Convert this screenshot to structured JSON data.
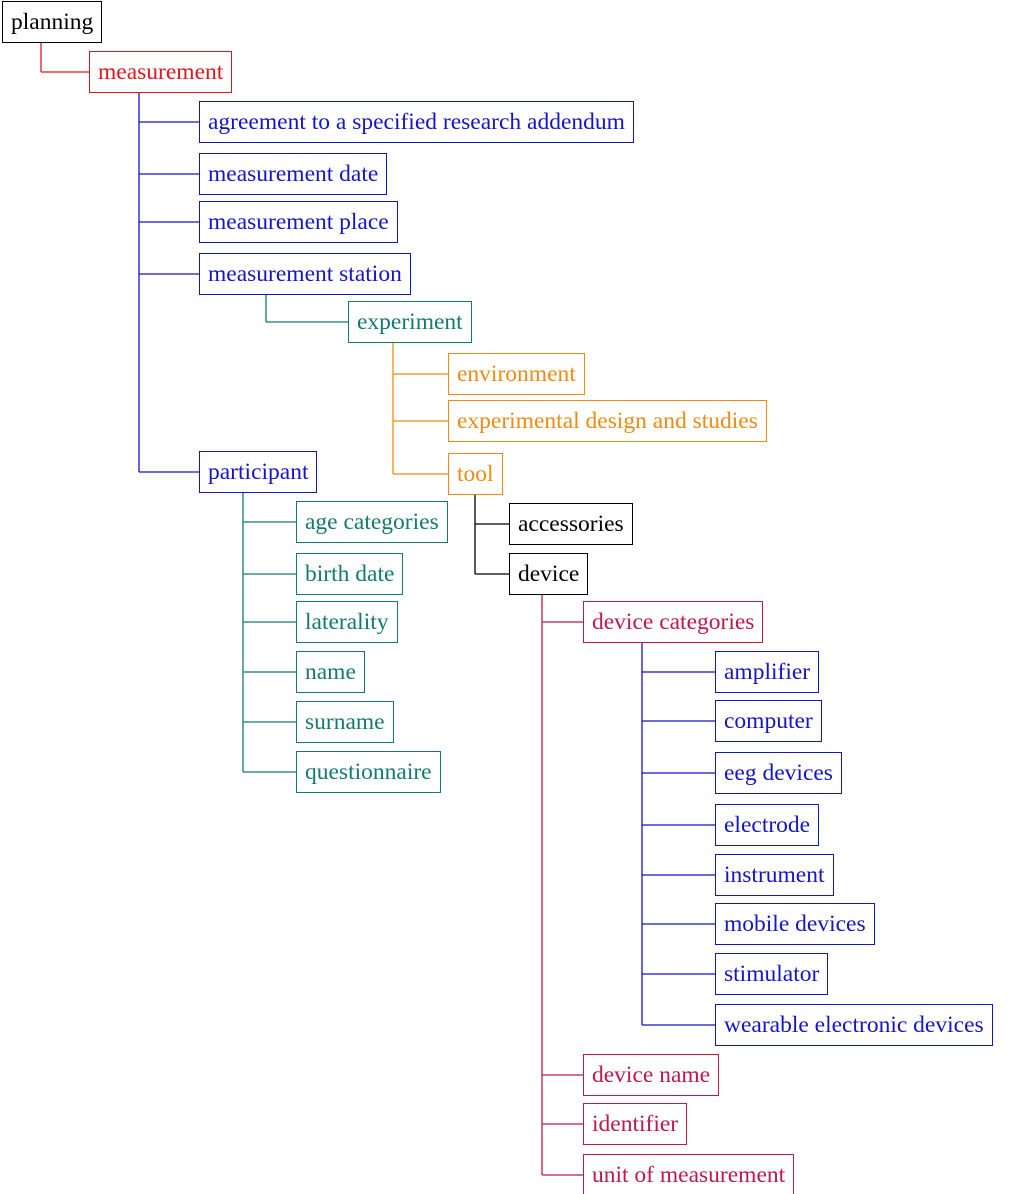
{
  "colors": {
    "black": "#000000",
    "red": "#e0161c",
    "blue": "#1414c8",
    "teal": "#137a70",
    "orange": "#f08a12",
    "crimson": "#c0184a"
  },
  "nodes": {
    "planning": "planning",
    "measurement": "measurement",
    "agreement": "agreement to a specified research addendum",
    "measurement_date": "measurement date",
    "measurement_place": "measurement place",
    "measurement_station": "measurement station",
    "experiment": "experiment",
    "environment": "environment",
    "experimental_design": "experimental design and studies",
    "tool": "tool",
    "accessories": "accessories",
    "device": "device",
    "device_categories": "device categories",
    "amplifier": "amplifier",
    "computer": "computer",
    "eeg_devices": "eeg devices",
    "electrode": "electrode",
    "instrument": "instrument",
    "mobile_devices": "mobile devices",
    "stimulator": "stimulator",
    "wearable_devices": "wearable electronic devices",
    "device_name": "device name",
    "identifier": "identifier",
    "unit_of_measurement": "unit of measurement",
    "participant": "participant",
    "age_categories": "age categories",
    "birth_date": "birth date",
    "laterality": "laterality",
    "name": "name",
    "surname": "surname",
    "questionnaire": "questionnaire"
  },
  "tree": [
    {
      "key": "planning",
      "parent": null,
      "color": "black"
    },
    {
      "key": "measurement",
      "parent": "planning",
      "color": "red"
    },
    {
      "key": "agreement",
      "parent": "measurement",
      "color": "blue"
    },
    {
      "key": "measurement_date",
      "parent": "measurement",
      "color": "blue"
    },
    {
      "key": "measurement_place",
      "parent": "measurement",
      "color": "blue"
    },
    {
      "key": "measurement_station",
      "parent": "measurement",
      "color": "blue"
    },
    {
      "key": "experiment",
      "parent": "measurement_station",
      "color": "teal"
    },
    {
      "key": "environment",
      "parent": "experiment",
      "color": "orange"
    },
    {
      "key": "experimental_design",
      "parent": "experiment",
      "color": "orange"
    },
    {
      "key": "tool",
      "parent": "experiment",
      "color": "orange"
    },
    {
      "key": "accessories",
      "parent": "tool",
      "color": "black"
    },
    {
      "key": "device",
      "parent": "tool",
      "color": "black"
    },
    {
      "key": "device_categories",
      "parent": "device",
      "color": "crimson"
    },
    {
      "key": "amplifier",
      "parent": "device_categories",
      "color": "blue"
    },
    {
      "key": "computer",
      "parent": "device_categories",
      "color": "blue"
    },
    {
      "key": "eeg_devices",
      "parent": "device_categories",
      "color": "blue"
    },
    {
      "key": "electrode",
      "parent": "device_categories",
      "color": "blue"
    },
    {
      "key": "instrument",
      "parent": "device_categories",
      "color": "blue"
    },
    {
      "key": "mobile_devices",
      "parent": "device_categories",
      "color": "blue"
    },
    {
      "key": "stimulator",
      "parent": "device_categories",
      "color": "blue"
    },
    {
      "key": "wearable_devices",
      "parent": "device_categories",
      "color": "blue"
    },
    {
      "key": "device_name",
      "parent": "device",
      "color": "crimson"
    },
    {
      "key": "identifier",
      "parent": "device",
      "color": "crimson"
    },
    {
      "key": "unit_of_measurement",
      "parent": "device",
      "color": "crimson"
    },
    {
      "key": "participant",
      "parent": "measurement",
      "color": "blue"
    },
    {
      "key": "age_categories",
      "parent": "participant",
      "color": "teal"
    },
    {
      "key": "birth_date",
      "parent": "participant",
      "color": "teal"
    },
    {
      "key": "laterality",
      "parent": "participant",
      "color": "teal"
    },
    {
      "key": "name",
      "parent": "participant",
      "color": "teal"
    },
    {
      "key": "surname",
      "parent": "participant",
      "color": "teal"
    },
    {
      "key": "questionnaire",
      "parent": "participant",
      "color": "teal"
    }
  ]
}
